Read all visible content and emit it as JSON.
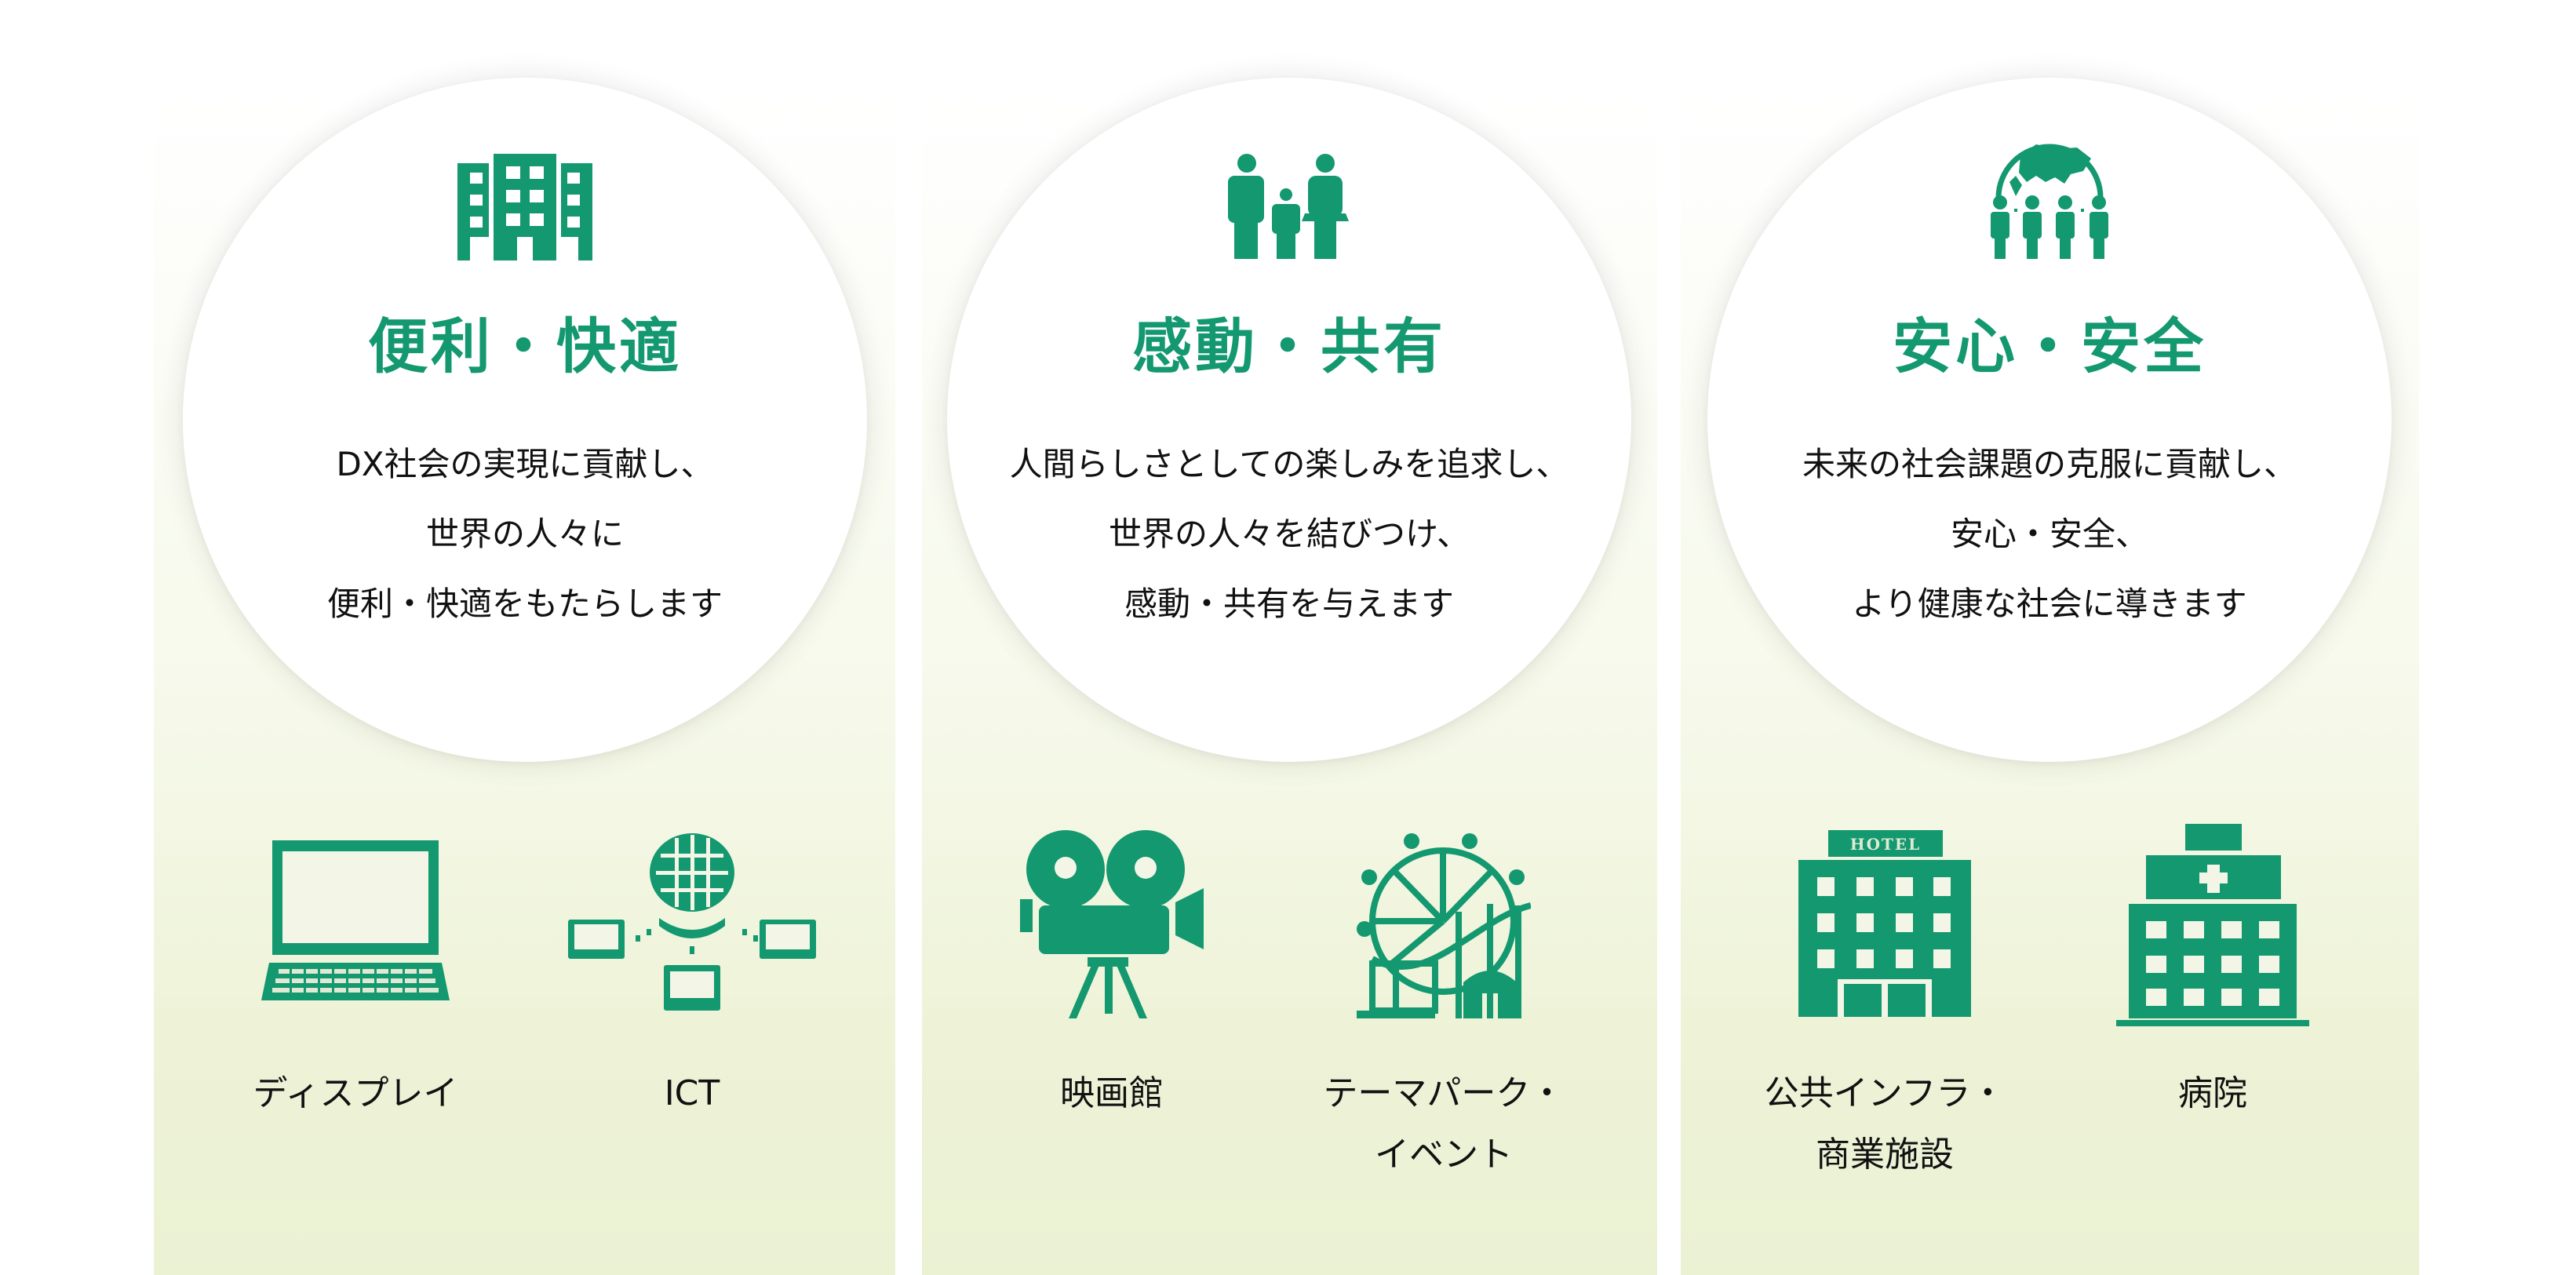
{
  "theme": {
    "accent": "#13986f",
    "panel_bottom": "#ebf1d3",
    "text": "#111111"
  },
  "panels": [
    {
      "icon": "office-buildings-icon",
      "title": "便利・快適",
      "lines": [
        "DX社会の実現に貢献し、",
        "世界の人々に",
        "便利・快適をもたらします"
      ],
      "items": [
        {
          "icon": "laptop-display-icon",
          "label_lines": [
            "ディスプレイ"
          ]
        },
        {
          "icon": "ict-network-globe-icon",
          "label_lines": [
            "ICT"
          ]
        }
      ]
    },
    {
      "icon": "family-icon",
      "title": "感動・共有",
      "lines": [
        "人間らしさとしての楽しみを追求し、",
        "世界の人々を結びつけ、",
        "感動・共有を与えます"
      ],
      "items": [
        {
          "icon": "movie-camera-icon",
          "label_lines": [
            "映画館"
          ]
        },
        {
          "icon": "ferris-wheel-rollercoaster-icon",
          "label_lines": [
            "テーマパーク・",
            "イベント"
          ]
        }
      ]
    },
    {
      "icon": "globe-people-icon",
      "title": "安心・安全",
      "lines": [
        "未来の社会課題の克服に貢献し、",
        "安心・安全、",
        "より健康な社会に導きます"
      ],
      "items": [
        {
          "icon": "hotel-building-icon",
          "sign_text": "HOTEL",
          "label_lines": [
            "公共インフラ・",
            "商業施設"
          ]
        },
        {
          "icon": "hospital-icon",
          "label_lines": [
            "病院"
          ]
        }
      ]
    }
  ]
}
